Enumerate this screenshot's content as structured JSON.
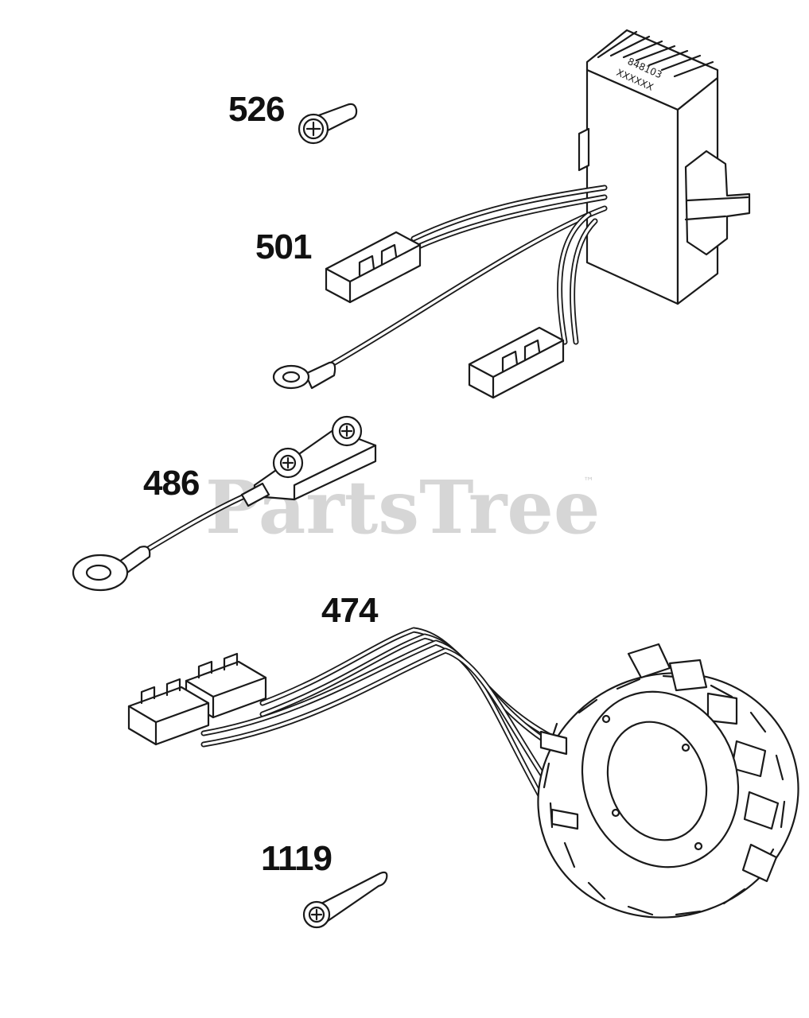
{
  "watermark": {
    "text": "PartsTree",
    "trademark": "™"
  },
  "callouts": {
    "p526": "526",
    "p501": "501",
    "p486": "486",
    "p474": "474",
    "p1119": "1119"
  },
  "labels": {
    "module_line1": "848103",
    "module_line2": "XXXXXX"
  },
  "colors": {
    "ink": "#1a1a1a",
    "watermark": "#d6d6d6",
    "background": "#ffffff"
  }
}
